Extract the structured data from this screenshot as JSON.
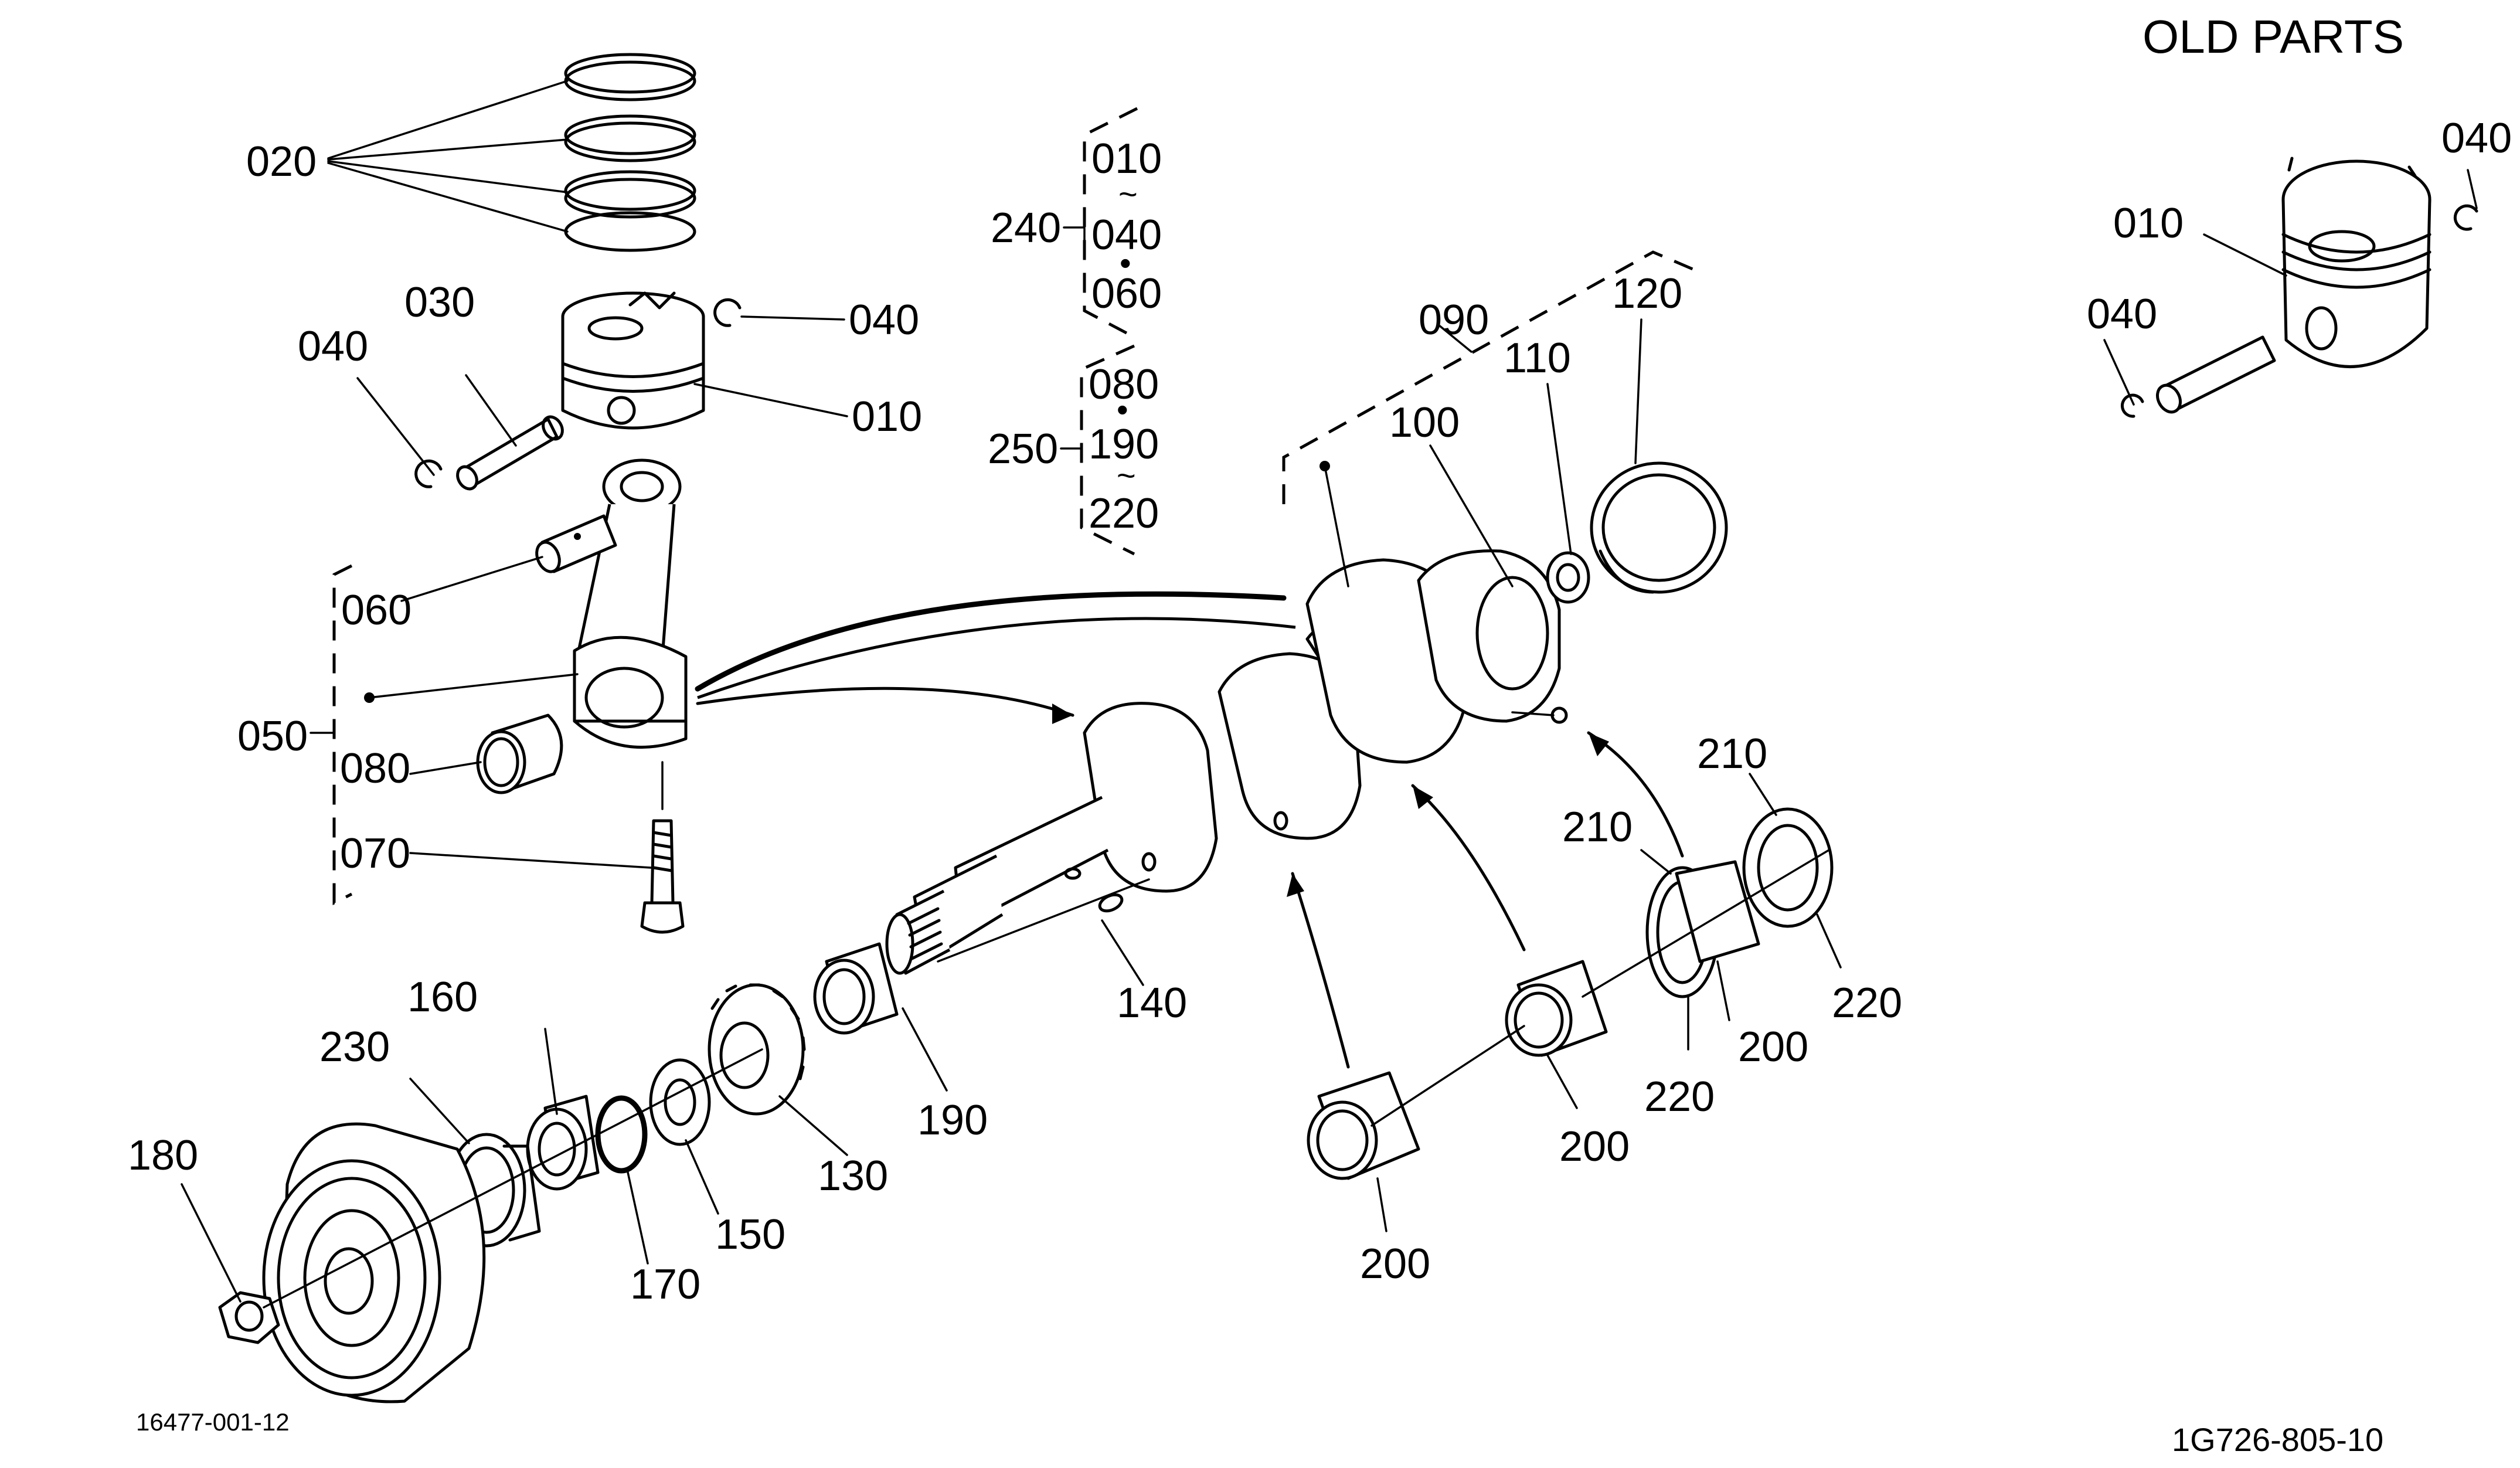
{
  "header": {
    "section_title": "OLD PARTS"
  },
  "footer": {
    "left_code": "16477-001-12",
    "right_code": "1G726-805-10"
  },
  "callouts": {
    "piston_rings": "020",
    "piston_pin": "030",
    "circlip_left": "040",
    "circlip_right": "040",
    "piston": "010",
    "bushing": "060",
    "connecting_rod_assy": "050",
    "crank_pin_bearing": "080",
    "rod_bolt": "070",
    "crankshaft_assy": "090",
    "crankshaft": "100",
    "ball_bearing": "110",
    "oil_seal_rear": "120",
    "feather_key": "140",
    "crankshaft_bearing_front": "190",
    "crankshaft_gear": "130",
    "collar": "150",
    "o_ring": "170",
    "oil_slinger": "160",
    "oil_seal_front": "230",
    "pulley_nut": "180",
    "main_bearing_a": "200",
    "main_bearing_b": "200",
    "main_bearing_c": "200",
    "thrust_washer_a": "210",
    "thrust_washer_b": "210",
    "thrust_washer_c": "220",
    "thrust_washer_d": "220",
    "old_piston": "010",
    "old_circlip_top": "040",
    "old_circlip_bottom": "040"
  },
  "kits": [
    {
      "code": "240",
      "lines": [
        "010",
        "~",
        "040",
        "•",
        "060"
      ]
    },
    {
      "code": "250",
      "lines": [
        "080",
        "•",
        "190",
        "~",
        "220"
      ]
    }
  ]
}
